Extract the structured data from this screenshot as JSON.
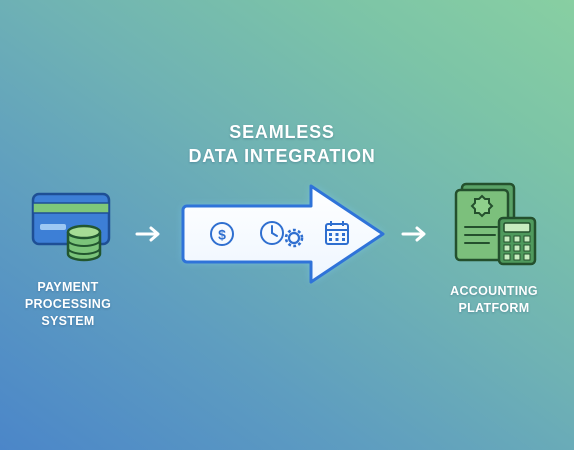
{
  "title": {
    "line1": "SEAMLESS",
    "line2": "DATA INTEGRATION"
  },
  "source": {
    "label_lines": [
      "PAYMENT",
      "PROCESSING",
      "SYSTEM"
    ],
    "icons": [
      "credit-card-icon",
      "coin-stack-icon"
    ]
  },
  "pipeline": {
    "icons": [
      "dollar-coin-icon",
      "clock-icon",
      "gear-icon",
      "calendar-icon"
    ]
  },
  "destination": {
    "label_lines": [
      "ACCOUNTING",
      "PLATFORM"
    ],
    "icons": [
      "document-seal-icon",
      "calculator-icon"
    ]
  },
  "colors": {
    "card_green": "#6fbf73",
    "card_blue": "#3a7ad1",
    "accent_blue": "#2f6fd0",
    "doc_green": "#63ad6e",
    "arrow_glow": "#8fd3ff"
  }
}
